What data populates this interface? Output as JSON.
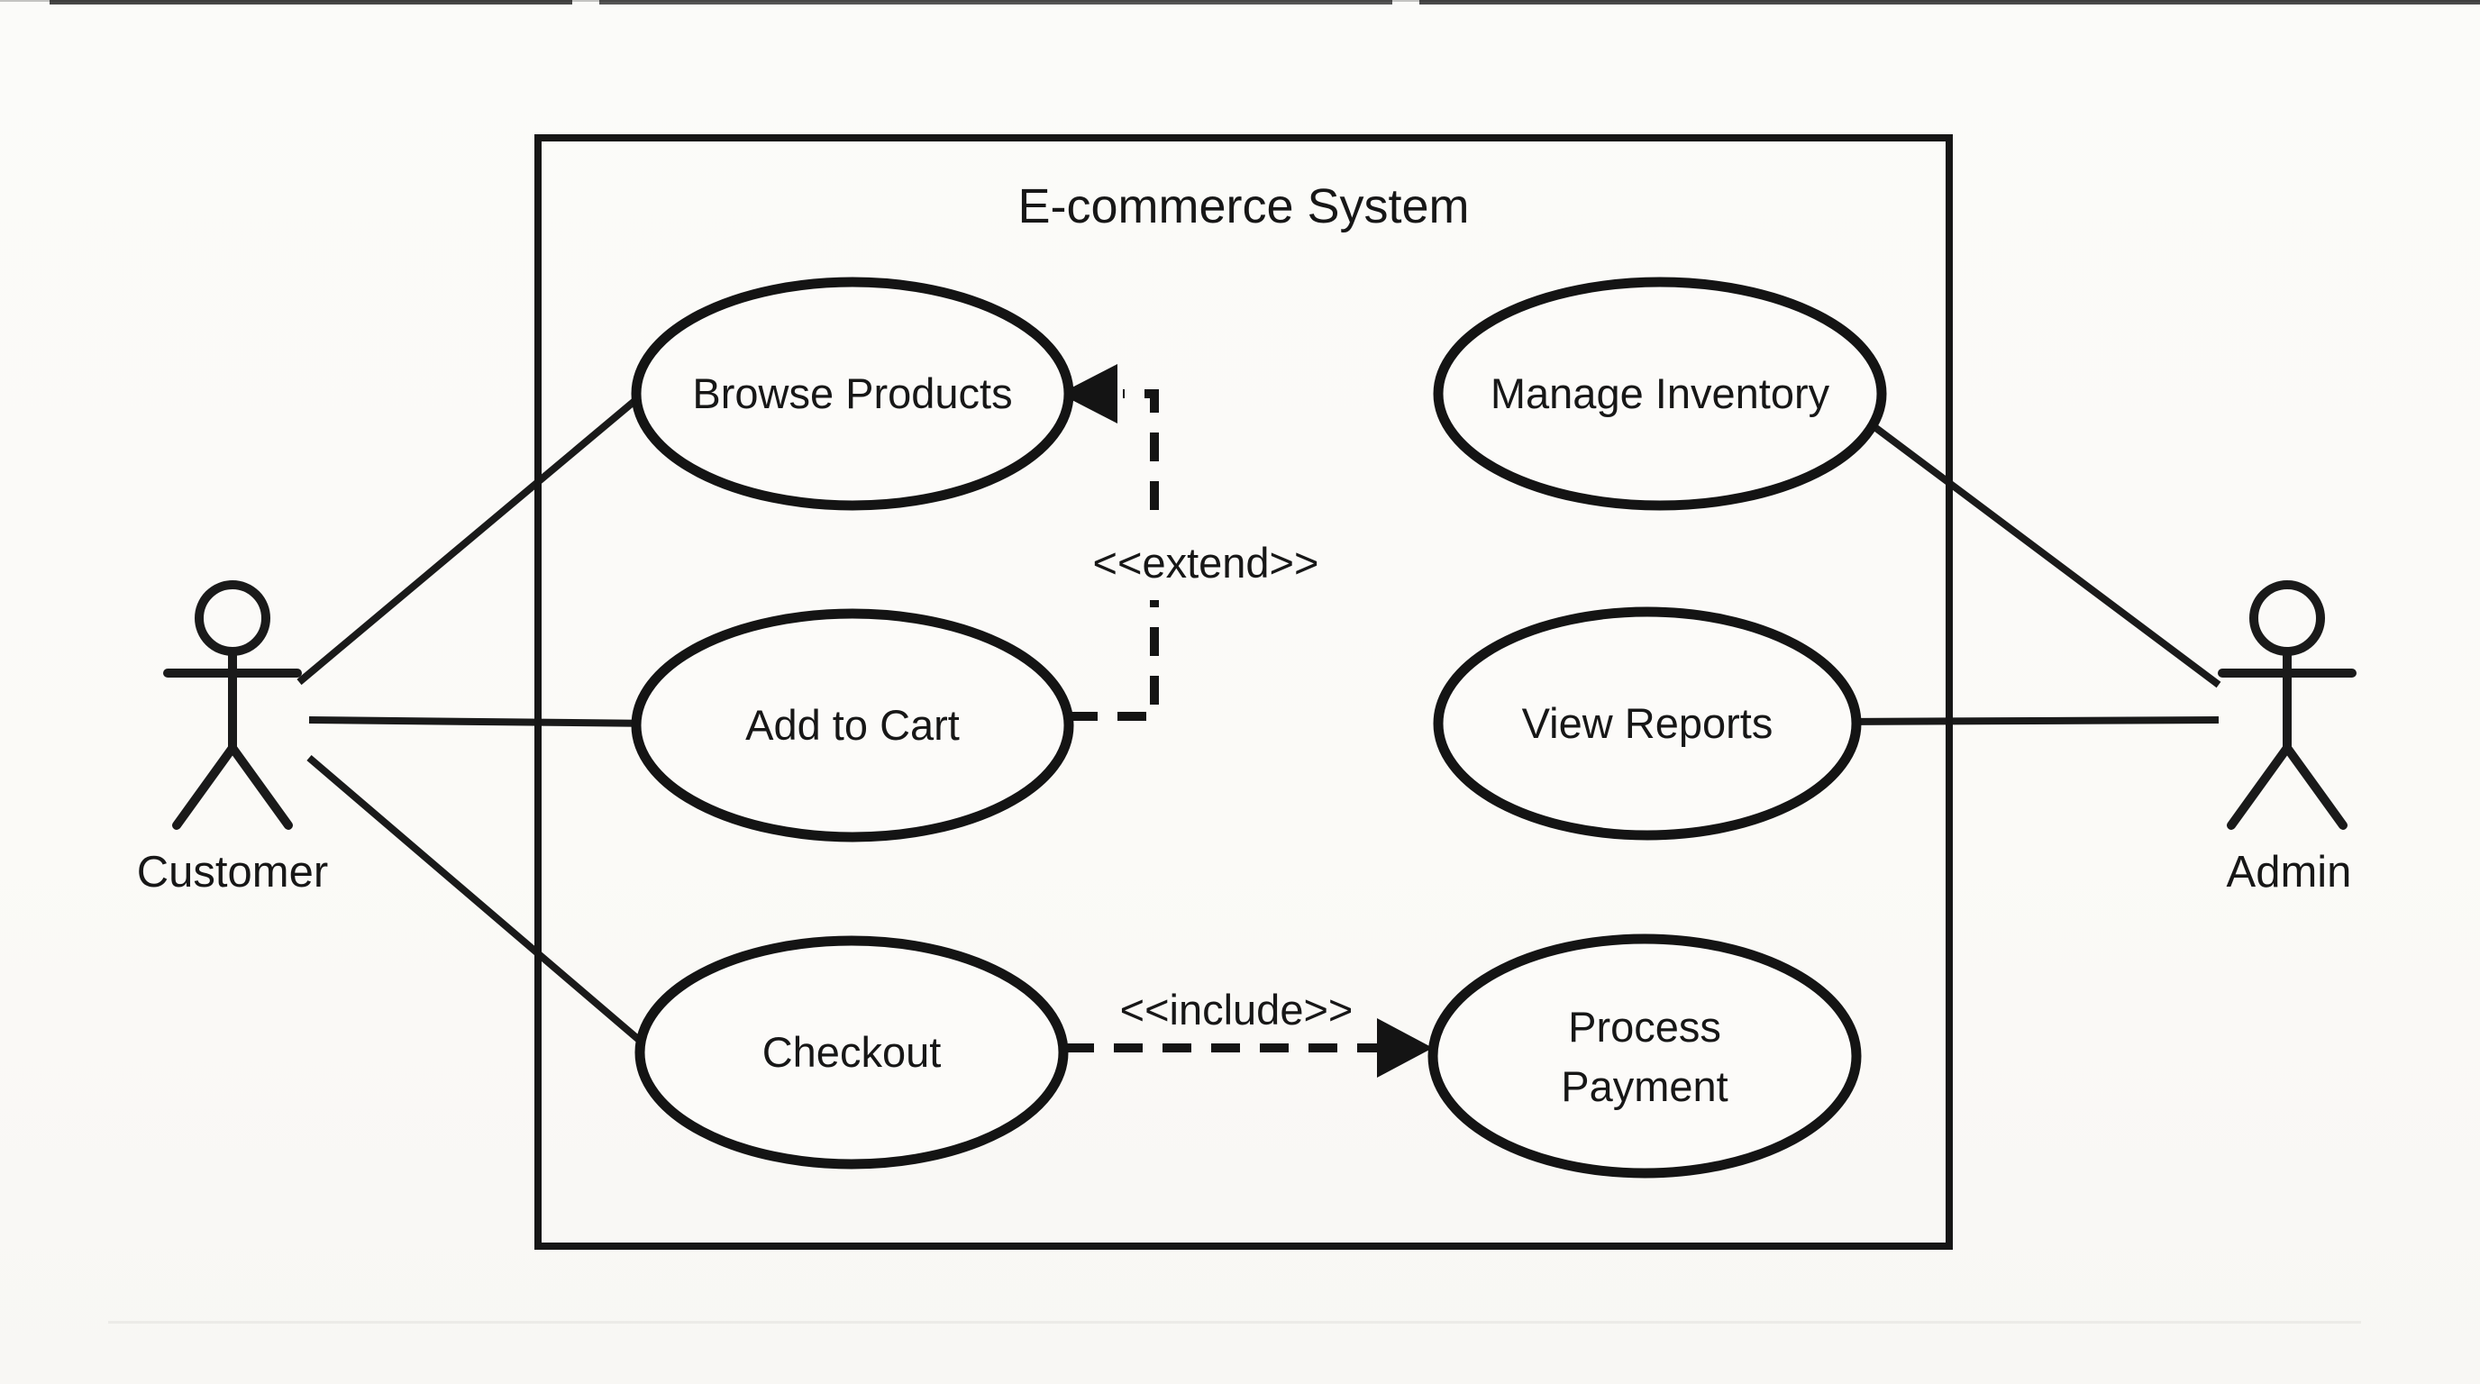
{
  "diagram": {
    "type": "uml-use-case",
    "title": "E-commerce System",
    "actors": [
      {
        "name": "Customer"
      },
      {
        "name": "Admin"
      }
    ],
    "use_cases": [
      {
        "id": "browse-products",
        "label": "Browse Products"
      },
      {
        "id": "add-to-cart",
        "label": "Add to Cart"
      },
      {
        "id": "checkout",
        "label": "Checkout"
      },
      {
        "id": "manage-inventory",
        "label": "Manage Inventory"
      },
      {
        "id": "view-reports",
        "label": "View Reports"
      },
      {
        "id": "process-payment",
        "label_line1": "Process",
        "label_line2": "Payment"
      }
    ],
    "stereotypes": {
      "extend": "<<extend>>",
      "include": "<<include>>"
    },
    "associations": [
      {
        "from": "Customer",
        "to": "Browse Products"
      },
      {
        "from": "Customer",
        "to": "Add to Cart"
      },
      {
        "from": "Customer",
        "to": "Checkout"
      },
      {
        "from": "Admin",
        "to": "Manage Inventory"
      },
      {
        "from": "Admin",
        "to": "View Reports"
      }
    ],
    "dependencies": [
      {
        "from": "Add to Cart",
        "to": "Browse Products",
        "stereotype": "<<extend>>"
      },
      {
        "from": "Checkout",
        "to": "Process Payment",
        "stereotype": "<<include>>"
      }
    ],
    "colors": {
      "ink": "#161616",
      "paper": "#fbfaf8"
    }
  }
}
